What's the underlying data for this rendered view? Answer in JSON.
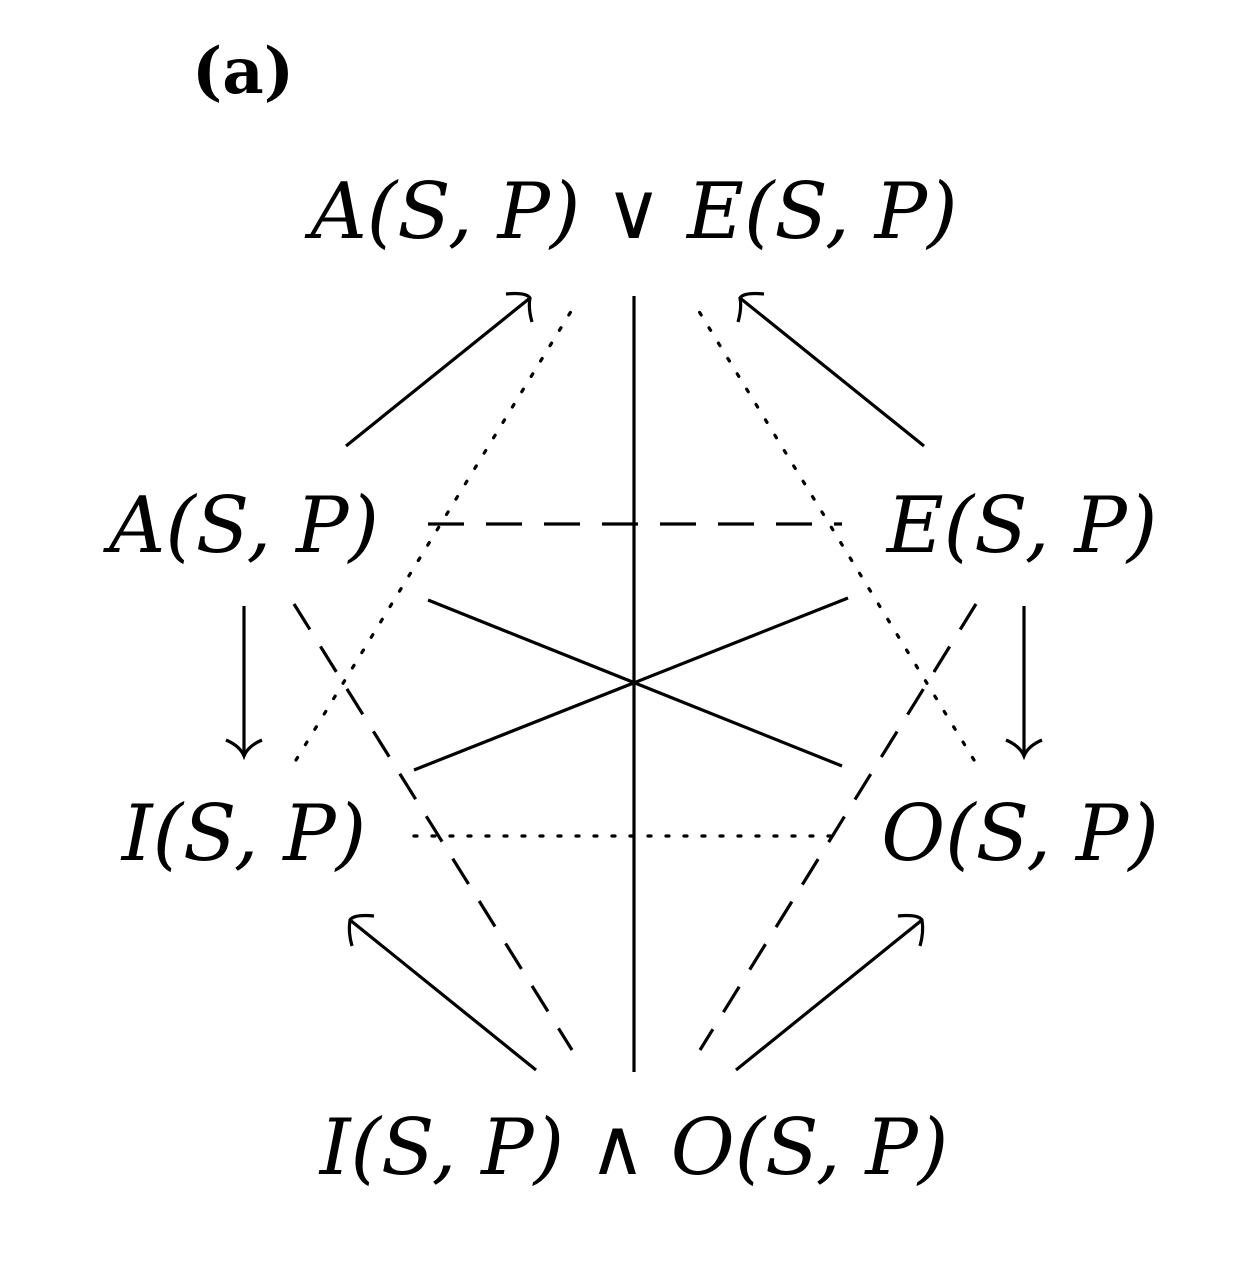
{
  "panel_label": "(a)",
  "nodes": {
    "top": "A(S, P) ∨ E(S, P)",
    "a": "A(S, P)",
    "e": "E(S, P)",
    "i": "I(S, P)",
    "o": "O(S, P)",
    "bottom": "I(S, P) ∧ O(S, P)"
  },
  "colors": {
    "stroke": "#000000",
    "background": "#ffffff"
  }
}
